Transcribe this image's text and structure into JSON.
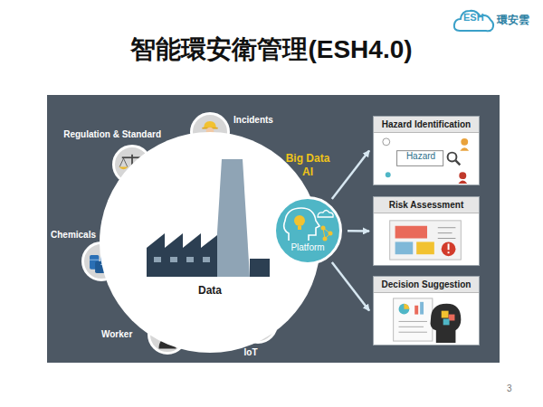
{
  "diagram": {
    "title": "智能環安衛管理(ESH4.0)",
    "nodes": [
      {
        "text": [
          "Regulation & Standard"
        ]
      },
      {
        "text": [
          "Incidents"
        ]
      },
      {
        "text": [
          "Chemicals"
        ]
      },
      {
        "text": [
          "Worker"
        ]
      },
      {
        "text": [
          "IoT"
        ]
      },
      {
        "text": [
          "Data"
        ]
      },
      {
        "text": [
          "Big Data AI",
          "Platform"
        ]
      },
      {
        "text": [
          "Hazard Identification",
          "Hazard"
        ]
      },
      {
        "text": [
          "Risk Assessment"
        ]
      },
      {
        "text": [
          "Decision Suggestion"
        ]
      }
    ],
    "edges": [
      {
        "from": 6,
        "to": 7,
        "arrow": "to"
      },
      {
        "from": 6,
        "to": 8,
        "arrow": "to"
      },
      {
        "from": 6,
        "to": 9,
        "arrow": "to"
      }
    ],
    "labels": [
      "ESH",
      "環安雲",
      "3"
    ]
  }
}
